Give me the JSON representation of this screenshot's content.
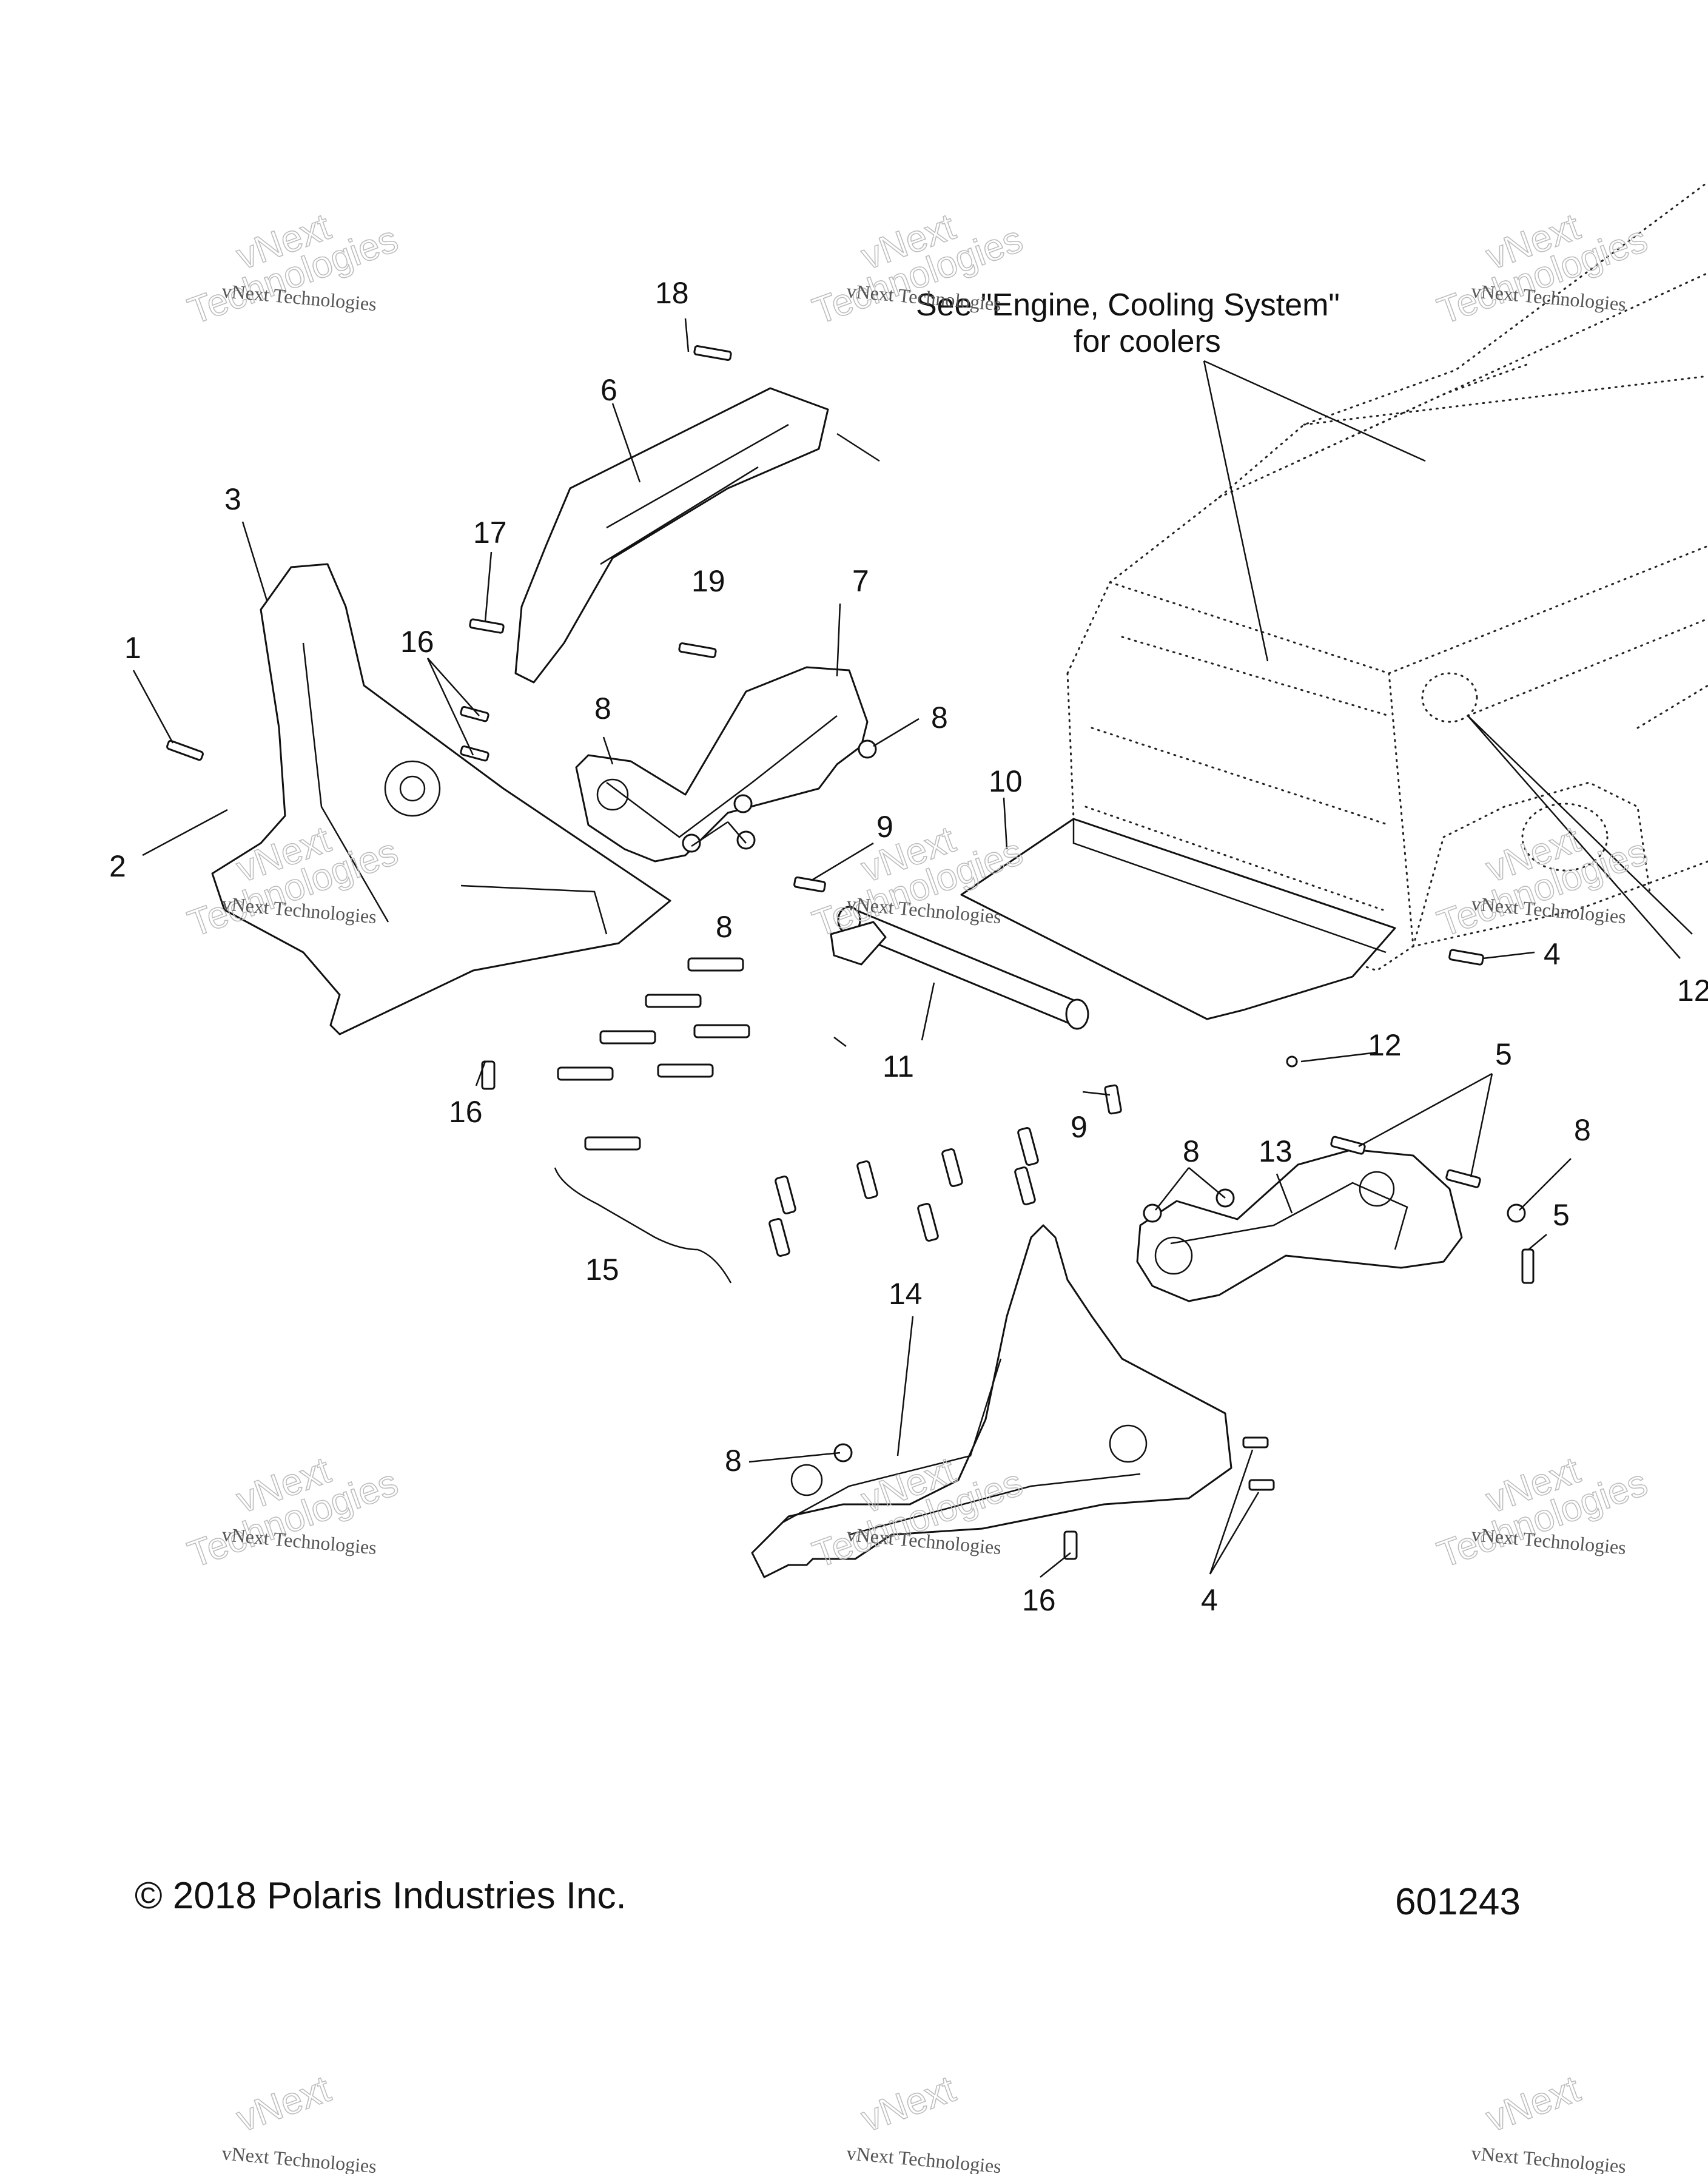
{
  "callouts": [
    {
      "label": "1"
    },
    {
      "label": "2"
    },
    {
      "label": "3"
    },
    {
      "label": "16"
    },
    {
      "label": "18"
    },
    {
      "label": "6"
    },
    {
      "label": "17"
    },
    {
      "label": "19"
    },
    {
      "label": "7"
    },
    {
      "label": "8"
    },
    {
      "label": "8"
    },
    {
      "label": "8"
    },
    {
      "label": "9"
    },
    {
      "label": "10"
    },
    {
      "label": "11"
    },
    {
      "label": "9"
    },
    {
      "label": "16"
    },
    {
      "label": "15"
    },
    {
      "label": "4"
    },
    {
      "label": "12"
    },
    {
      "label": "12"
    },
    {
      "label": "5"
    },
    {
      "label": "8"
    },
    {
      "label": "13"
    },
    {
      "label": "8"
    },
    {
      "label": "5"
    },
    {
      "label": "14"
    },
    {
      "label": "8"
    },
    {
      "label": "16"
    },
    {
      "label": "4"
    }
  ],
  "note": {
    "line1": "See \"Engine, Cooling System\"",
    "line2": "for coolers"
  },
  "watermark": {
    "small": "vNext Technologies",
    "big1": "vNext",
    "big2": "Technologies"
  },
  "footer": {
    "copyright": "© 2018 Polaris Industries Inc.",
    "figure_id": "601243"
  }
}
